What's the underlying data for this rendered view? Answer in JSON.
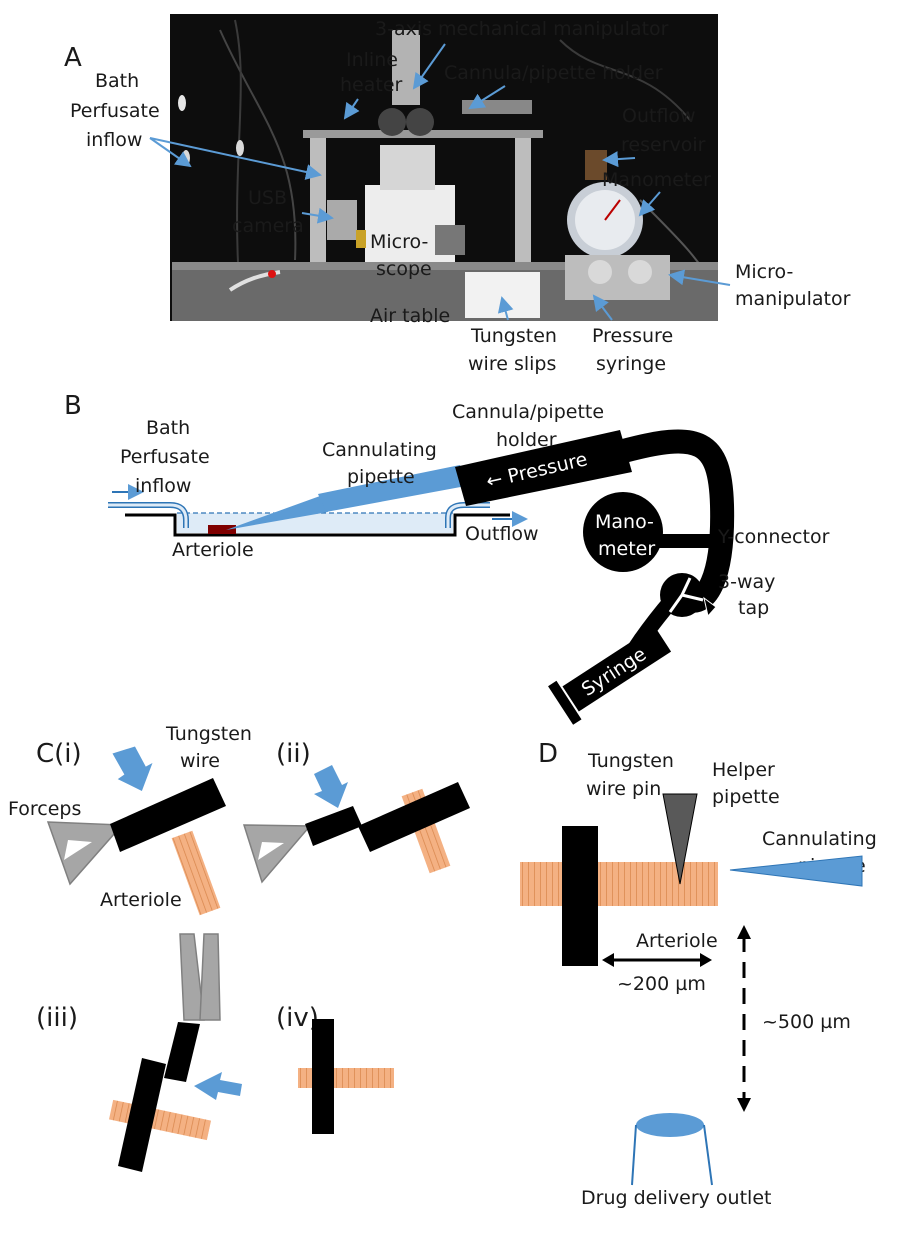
{
  "panels": {
    "a": "A",
    "b": "B",
    "c_i": "C(i)",
    "c_ii": "(ii)",
    "c_iii": "(iii)",
    "c_iv": "(iv)",
    "d": "D"
  },
  "panel_a": {
    "l_3axis": "3-axis mechanical manipulator",
    "l_inline1": "Inline",
    "l_inline2": "heater",
    "l_cannula": "Cannula/pipette holder",
    "l_bath1": "Bath",
    "l_bath2": "Perfusate",
    "l_bath3": "inflow",
    "l_outflow1": "Outflow",
    "l_outflow2": "reservoir",
    "l_manometer": "Manometer",
    "l_usb1": "USB",
    "l_usb2": "camera",
    "l_micro1": "Micro-",
    "l_micro2": "scope",
    "l_mm1": "Micro-",
    "l_mm2": "manipulator",
    "l_airtable": "Air table",
    "l_tung1": "Tungsten",
    "l_tung2": "wire slips",
    "l_press1": "Pressure",
    "l_press2": "syringe"
  },
  "panel_b": {
    "bath1": "Bath",
    "bath2": "Perfusate",
    "bath3": "inflow",
    "cannulating1": "Cannulating",
    "cannulating2": "pipette",
    "holder1": "Cannula/pipette",
    "holder2": "holder",
    "pressure": "← Pressure",
    "arteriole": "Arteriole",
    "outflow": "Outflow",
    "mano1": "Mano-",
    "mano2": "meter",
    "yconn": "Y-connector",
    "tap1": "3-way",
    "tap2": "tap",
    "syringe": "Syringe"
  },
  "panel_c": {
    "tungsten1": "Tungsten",
    "tungsten2": "wire",
    "forceps": "Forceps",
    "arteriole": "Arteriole"
  },
  "panel_d": {
    "tpin1": "Tungsten",
    "tpin2": "wire pin",
    "helper1": "Helper",
    "helper2": "pipette",
    "cannulating1": "Cannulating",
    "cannulating2": "pipette",
    "arteriole": "Arteriole",
    "dist200": "~200 µm",
    "dist500": "~500 µm",
    "drug": "Drug delivery outlet"
  },
  "colors": {
    "blue": "#5b9bd5",
    "orange": "#f4b183",
    "dark_red": "#7f0000",
    "gray": "#a6a6a6",
    "black": "#000000"
  },
  "icons": {
    "photo": "lab-setup-photo",
    "arrows": "blue-arrow"
  }
}
